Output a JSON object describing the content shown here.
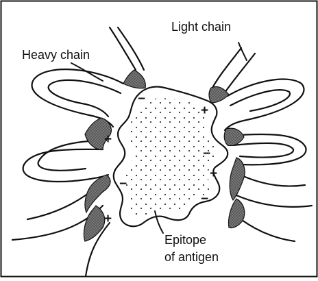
{
  "labels": {
    "light_chain": "Light chain",
    "heavy_chain": "Heavy chain",
    "epitope_line1": "Epitope",
    "epitope_line2": "of antigen"
  },
  "charges": {
    "minus": "−",
    "plus": "+"
  },
  "colors": {
    "stroke": "#111111",
    "background": "#ffffff",
    "contact_shading": "#6f6f6f",
    "antigen_dots": "#333333"
  }
}
